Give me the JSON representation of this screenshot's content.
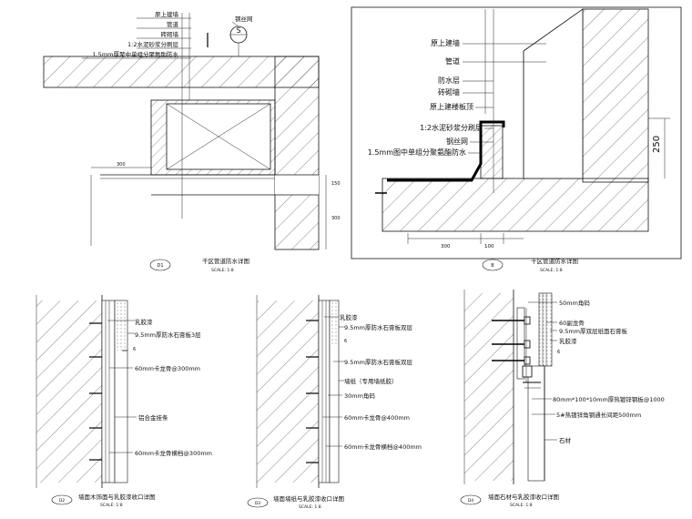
{
  "panel1": {
    "labels": [
      "原上建墙",
      "管道",
      "砖砌墙",
      "1:2水泥砂浆分刷层",
      "1.5mm厚聚中单组分聚氨酯防水"
    ],
    "sleeve_label": "钢丝网",
    "marker": "S",
    "dim_left": "300",
    "dim_right_top": "150",
    "dim_right_bottom": "300",
    "title": "干区管道防水详图",
    "scale": "SCALE: 1:8",
    "badge": "D1"
  },
  "panel2": {
    "labels": [
      "原上建墙",
      "管道",
      "防水层",
      "砖砌墙",
      "原上建楼板顶",
      "1:2水泥砂浆分刷层",
      "钢丝网",
      "1.5mm图中单组分聚氨酯防水"
    ],
    "dim_vertical": "250",
    "dim_bottom_left": "300",
    "dim_bottom_right": "100",
    "title": "干区管道防水详图",
    "scale": "SCALE: 1:8",
    "badge": "B"
  },
  "panel3": {
    "labels": [
      "乳胶漆",
      "9.5mm厚防水石膏板3层",
      "60mm卡龙骨@300mm",
      "铝合金挂条",
      "60mm卡龙骨横档@300mm"
    ],
    "dim": "6",
    "title": "墙面木饰面与乳胶漆收口详图",
    "scale": "SCALE: 1:8",
    "badge": "D2"
  },
  "panel4": {
    "labels": [
      "乳胶漆",
      "9.5mm厚防水石膏板双层",
      "9.5mm厚防水石膏板双层",
      "墙纸（专用墙纸胶）",
      "30mm角码",
      "60mm卡龙骨@400mm",
      "60mm卡龙骨横档@400mm"
    ],
    "dim": "6",
    "title": "墙面墙纸与乳胶漆收口详图",
    "scale": "SCALE: 1:8",
    "badge": "D3"
  },
  "panel5": {
    "labels": [
      "50mm角码",
      "60副龙骨",
      "9.5mm厚双层纸面石膏板",
      "乳胶漆",
      "80mm*100*10mm厚热镀锌钢板@1000",
      "5#热镀锌角钢通长间距500mm",
      "石材"
    ],
    "dim": "6",
    "title": "墙面石材与乳胶漆收口详图",
    "scale": "SCALE: 1:8",
    "badge": "D4"
  }
}
